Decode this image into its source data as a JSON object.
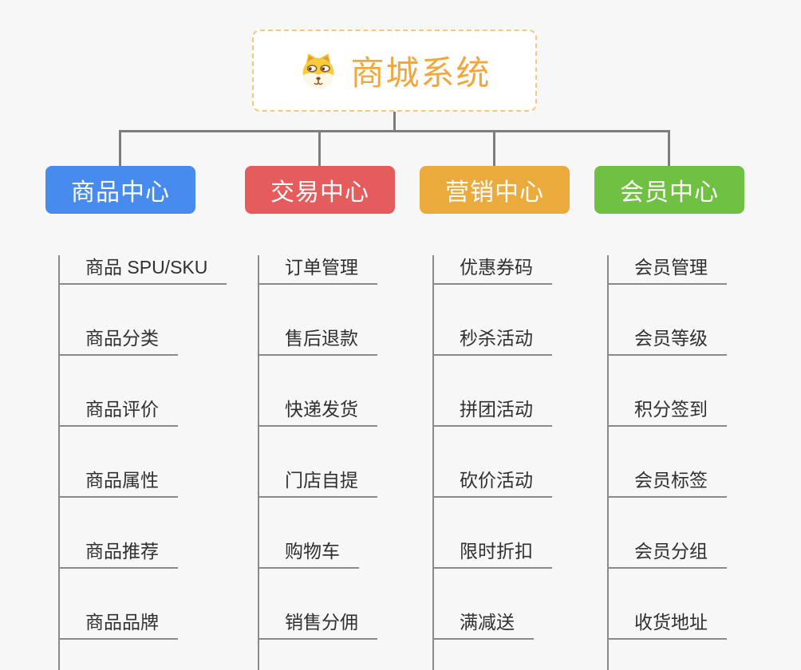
{
  "root": {
    "title": "商城系统",
    "icon": "dog-face-icon"
  },
  "colors": {
    "root_text": "#f0a73e",
    "root_border": "#f4c87d",
    "connector": "#7d7d7d",
    "item_text": "#303030",
    "background": "#f7f7f7"
  },
  "branches": [
    {
      "label": "商品中心",
      "color": "#478bee",
      "items": [
        "商品 SPU/SKU",
        "商品分类",
        "商品评价",
        "商品属性",
        "商品推荐",
        "商品品牌"
      ]
    },
    {
      "label": "交易中心",
      "color": "#e45c5c",
      "items": [
        "订单管理",
        "售后退款",
        "快递发货",
        "门店自提",
        "购物车",
        "销售分佣"
      ]
    },
    {
      "label": "营销中心",
      "color": "#ebaa3c",
      "items": [
        "优惠券码",
        "秒杀活动",
        "拼团活动",
        "砍价活动",
        "限时折扣",
        "满减送"
      ]
    },
    {
      "label": "会员中心",
      "color": "#6fc043",
      "items": [
        "会员管理",
        "会员等级",
        "积分签到",
        "会员标签",
        "会员分组",
        "收货地址"
      ]
    }
  ]
}
